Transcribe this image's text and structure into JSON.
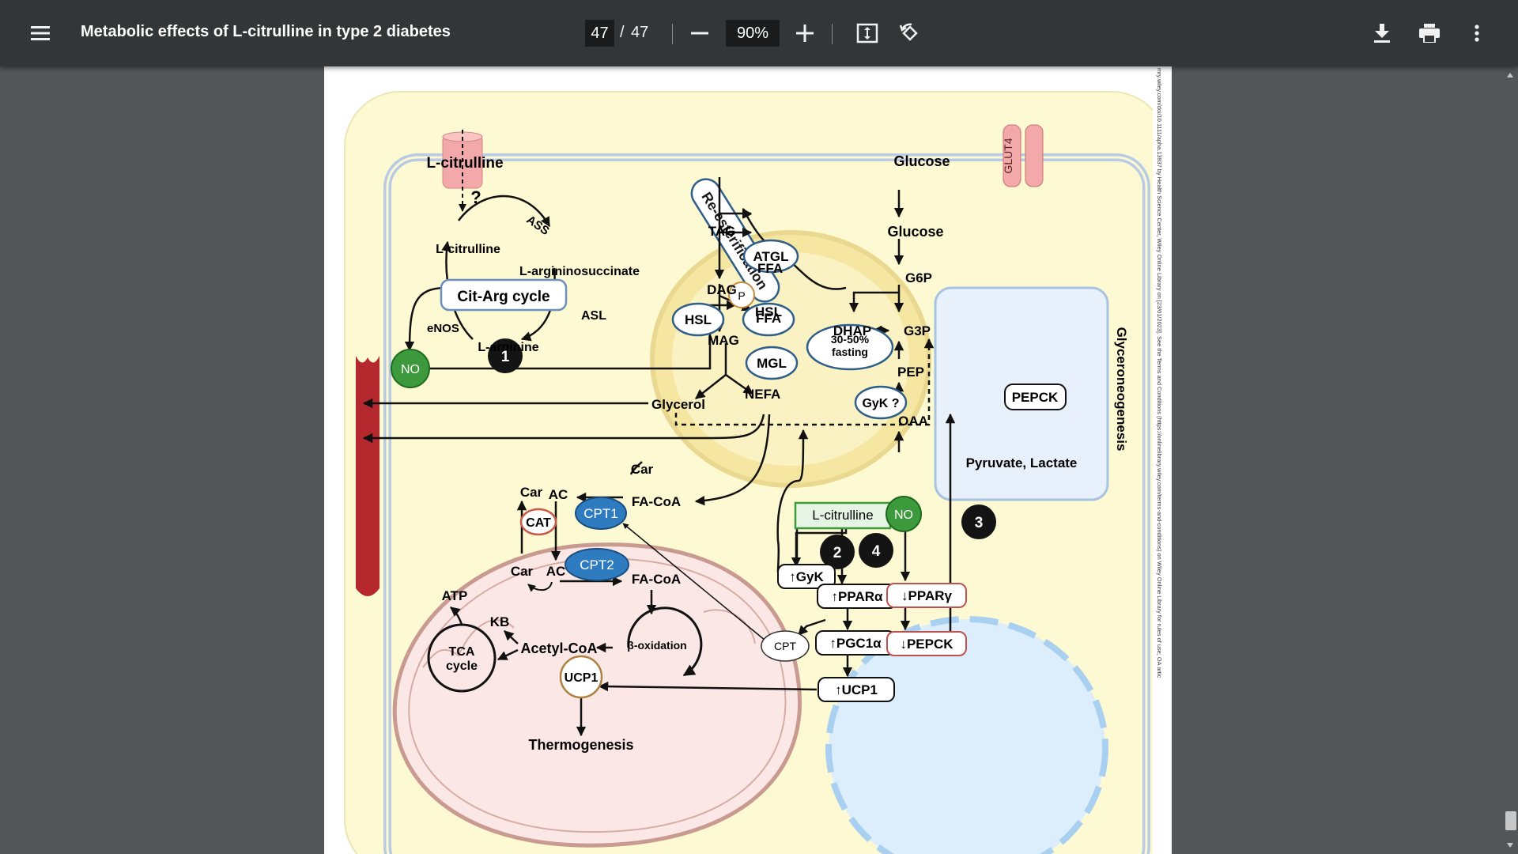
{
  "toolbar": {
    "title": "Metabolic effects of L-citrulline in type 2 diabetes",
    "current_page": "47",
    "page_separator": "/",
    "total_pages": "47",
    "zoom": "90%",
    "icons": [
      "menu-icon",
      "zoom-out-icon",
      "zoom-in-icon",
      "fit-page-icon",
      "rotate-icon",
      "download-icon",
      "print-icon",
      "more-vert-icon"
    ]
  },
  "figure": {
    "lcit_top": "L-citrulline",
    "question": "?",
    "lcit_in": "L-citrulline",
    "ass": "ASS",
    "larginino": "L-argininosuccinate",
    "citarg": "Cit-Arg cycle",
    "asl": "ASL",
    "enos": "eNOS",
    "larg": "L-arginine",
    "no1": "NO",
    "badge1": "1",
    "tag": "TAG",
    "atgl": "ATGL",
    "ffa1": "FFA",
    "dag": "DAG",
    "p": "P",
    "hsl1": "HSL",
    "hsl2": "HSL",
    "ffa2": "FFA",
    "mag": "MAG",
    "mgl": "MGL",
    "fasting1": "30-50%",
    "fasting2": "fasting",
    "nefa": "NEFA",
    "glycerol": "Glycerol",
    "gyk_q": "GyK ?",
    "reest": "Re-esterification",
    "glucose_top": "Glucose",
    "glut4": "GLUT4",
    "glucose_in": "Glucose",
    "g6p": "G6P",
    "dhap": "DHAP",
    "g3p": "G3P",
    "pep": "PEP",
    "pepck1": "PEPCK",
    "oaa": "OAA",
    "pyr": "Pyruvate, Lactate",
    "glyceroneo": "Glyceroneogenesis",
    "car1": "Car",
    "car2": "Car",
    "ac1": "AC",
    "facoa1": "FA-CoA",
    "cpt1": "CPT1",
    "cat": "CAT",
    "car3": "Car",
    "ac2": "AC",
    "cpt2": "CPT2",
    "facoa2": "FA-CoA",
    "atp": "ATP",
    "kb": "KB",
    "tca1": "TCA",
    "tca2": "cycle",
    "acetyl": "Acetyl-CoA",
    "beta": "β-oxidation",
    "ucp1a": "UCP1",
    "thermo": "Thermogenesis",
    "lcit_box": "L-citrulline",
    "no2": "NO",
    "badge2": "2",
    "badge3": "3",
    "badge4": "4",
    "gyk": "↑GyK",
    "ppara": "↑PPARα",
    "pparg": "↓PPARγ",
    "cpt": "CPT",
    "pgc1a": "↑PGC1α",
    "pepck2": "↓PEPCK",
    "ucp1b": "↑UCP1",
    "sidebar_text": "mry.wiley.com/doi/10.1111/apha.13937 by Health Science Center, Wiley Online Library on [23/01/2023]. See the Terms and Conditions (https://onlinelibrary.wiley.com/terms-and-conditions) on Wiley Online Library for rules of use; OA artic"
  },
  "colors": {
    "toolbar": "#323639",
    "viewer_bg": "#525659",
    "figure_bg": "#fdf9d2",
    "adipocyte_border": "#b9cbe4",
    "lipid_droplet": "#f5e7a1",
    "mitochondria": "#fbe8e6",
    "nucleus": "#dceefb",
    "no_green": "#3c9a3c",
    "cpt_blue": "#2f7bbf",
    "blood_red": "#b5282e"
  }
}
